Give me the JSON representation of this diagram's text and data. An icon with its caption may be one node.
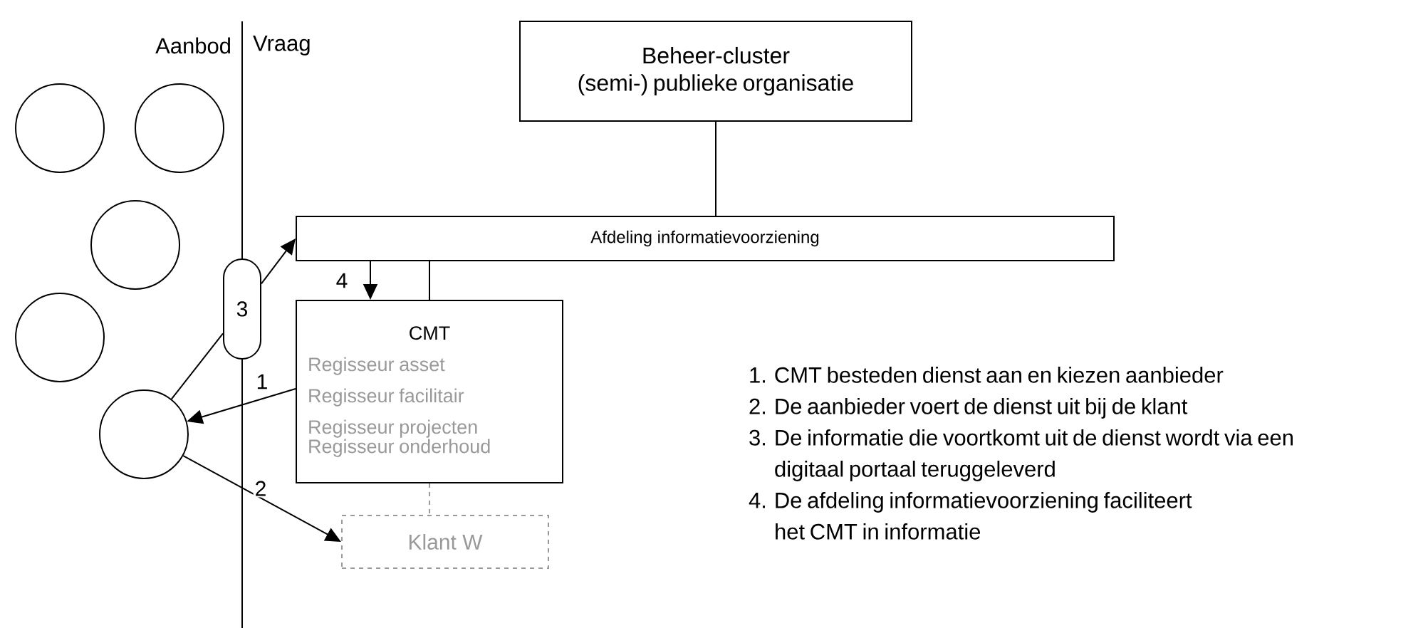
{
  "diagram": {
    "nodes": [
      {
        "text": [
          "Beheer-cluster (semi-) publieke organisatie"
        ]
      },
      {
        "text": [
          "Afdeling informatievoorziening"
        ]
      },
      {
        "text": [
          "CMT",
          "Regisseur asset",
          "Regisseur facilitair",
          "Regisseur projecten",
          "Regisseur onderhoud"
        ]
      },
      {
        "text": [
          "Klant W"
        ]
      },
      {
        "text": [
          "3"
        ]
      },
      {
        "text": [],
        "shape": "circle"
      },
      {
        "text": [],
        "shape": "circle"
      },
      {
        "text": [],
        "shape": "circle"
      },
      {
        "text": [],
        "shape": "circle"
      },
      {
        "text": [],
        "shape": "circle"
      }
    ],
    "edges": [
      {
        "from": 0,
        "to": 1,
        "arrow": "none"
      },
      {
        "from": 1,
        "to": 2,
        "arrow": "to",
        "label": "4"
      },
      {
        "from": 1,
        "to": 2,
        "arrow": "none"
      },
      {
        "from": 2,
        "to": 9,
        "arrow": "to",
        "label": "1"
      },
      {
        "from": 9,
        "to": 3,
        "arrow": "to",
        "label": "2"
      },
      {
        "from": 9,
        "to": 4,
        "arrow": "none"
      },
      {
        "from": 4,
        "to": 1,
        "arrow": "to"
      },
      {
        "from": 2,
        "to": 3,
        "arrow": "none",
        "style": "dashed",
        "color": "#999999"
      }
    ],
    "labels": [
      "Aanbod",
      "Vraag",
      "1. CMT besteden dienst aan en kiezen aanbieder",
      "2. De aanbieder voert de dienst uit bij de klant",
      "3. De informatie die voortkomt uit de dienst wordt via een digitaal portaal teruggeleverd",
      "4. De afdeling informatievoorziening faciliteert het CMT in informatie"
    ]
  }
}
